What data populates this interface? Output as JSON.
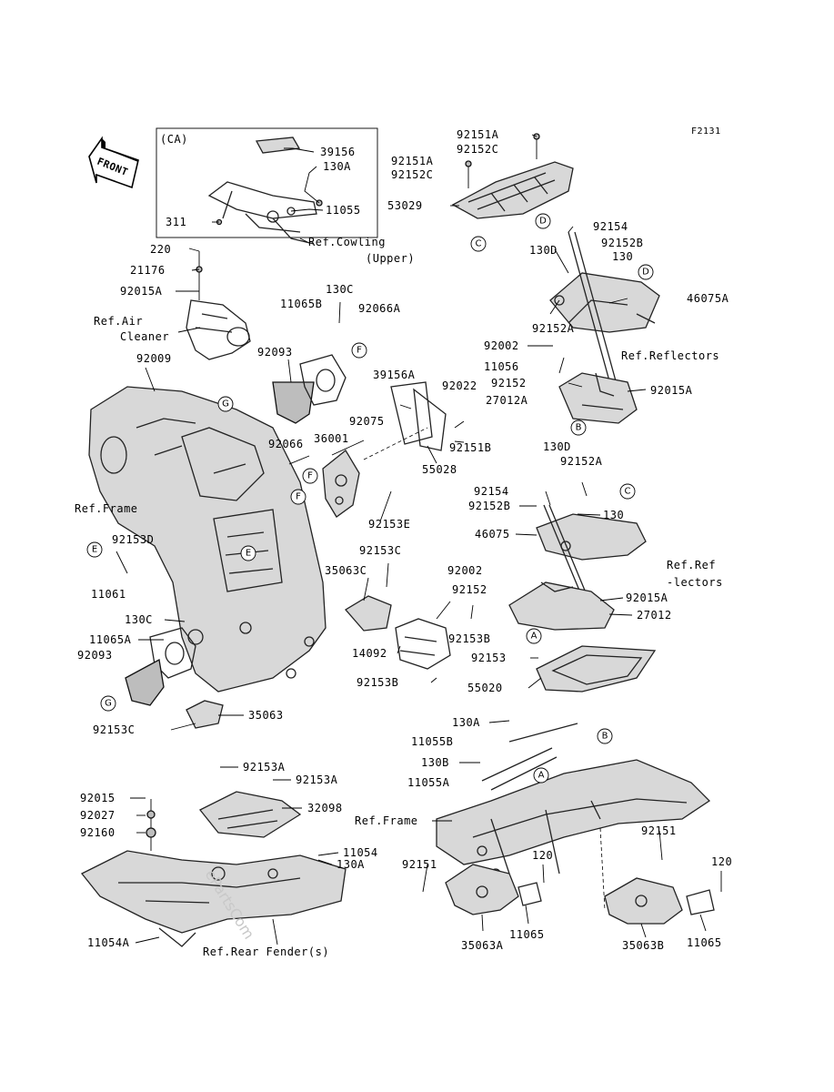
{
  "figure_code": "F2131",
  "front_label": "FRONT",
  "ca_box_label": "(CA)",
  "labels": [
    {
      "id": "l1",
      "text": "39156"
    },
    {
      "id": "l2",
      "text": "130A"
    },
    {
      "id": "l3",
      "text": "11055"
    },
    {
      "id": "l4",
      "text": "311"
    },
    {
      "id": "l5",
      "text": "Ref.Cowling"
    },
    {
      "id": "l6",
      "text": "(Upper)"
    },
    {
      "id": "l7",
      "text": "92151A"
    },
    {
      "id": "l8",
      "text": "92152C"
    },
    {
      "id": "l9",
      "text": "92151A"
    },
    {
      "id": "l10",
      "text": "92152C"
    },
    {
      "id": "l11",
      "text": "53029"
    },
    {
      "id": "l12",
      "text": "220"
    },
    {
      "id": "l13",
      "text": "21176"
    },
    {
      "id": "l14",
      "text": "92015A"
    },
    {
      "id": "l15",
      "text": "Ref.Air"
    },
    {
      "id": "l16",
      "text": "Cleaner"
    },
    {
      "id": "l17",
      "text": "130C"
    },
    {
      "id": "l18",
      "text": "11065B"
    },
    {
      "id": "l19",
      "text": "92066A"
    },
    {
      "id": "l20",
      "text": "92009"
    },
    {
      "id": "l21",
      "text": "92093"
    },
    {
      "id": "l22",
      "text": "92154"
    },
    {
      "id": "l23",
      "text": "130D"
    },
    {
      "id": "l24",
      "text": "92152B"
    },
    {
      "id": "l25",
      "text": "130"
    },
    {
      "id": "l26",
      "text": "46075A"
    },
    {
      "id": "l27",
      "text": "92152A"
    },
    {
      "id": "l28",
      "text": "92002"
    },
    {
      "id": "l29",
      "text": "Ref.Reflectors"
    },
    {
      "id": "l30",
      "text": "11056"
    },
    {
      "id": "l31",
      "text": "92152"
    },
    {
      "id": "l32",
      "text": "92015A"
    },
    {
      "id": "l33",
      "text": "27012A"
    },
    {
      "id": "l34",
      "text": "39156A"
    },
    {
      "id": "l35",
      "text": "92022"
    },
    {
      "id": "l36",
      "text": "92075"
    },
    {
      "id": "l37",
      "text": "92066"
    },
    {
      "id": "l38",
      "text": "36001"
    },
    {
      "id": "l39",
      "text": "92151B"
    },
    {
      "id": "l40",
      "text": "55028"
    },
    {
      "id": "l41",
      "text": "130D"
    },
    {
      "id": "l42",
      "text": "92152A"
    },
    {
      "id": "l43",
      "text": "Ref.Frame"
    },
    {
      "id": "l44",
      "text": "92154"
    },
    {
      "id": "l45",
      "text": "92152B"
    },
    {
      "id": "l46",
      "text": "130"
    },
    {
      "id": "l47",
      "text": "92153E"
    },
    {
      "id": "l48",
      "text": "46075"
    },
    {
      "id": "l49",
      "text": "92153D"
    },
    {
      "id": "l50",
      "text": "Ref.Ref"
    },
    {
      "id": "l51",
      "text": "-lectors"
    },
    {
      "id": "l52",
      "text": "92153C"
    },
    {
      "id": "l53",
      "text": "11061"
    },
    {
      "id": "l54",
      "text": "35063C"
    },
    {
      "id": "l55",
      "text": "92002"
    },
    {
      "id": "l56",
      "text": "92152"
    },
    {
      "id": "l57",
      "text": "92015A"
    },
    {
      "id": "l58",
      "text": "27012"
    },
    {
      "id": "l59",
      "text": "130C"
    },
    {
      "id": "l60",
      "text": "92153B"
    },
    {
      "id": "l61",
      "text": "11065A"
    },
    {
      "id": "l62",
      "text": "14092"
    },
    {
      "id": "l63",
      "text": "92093"
    },
    {
      "id": "l64",
      "text": "92153"
    },
    {
      "id": "l65",
      "text": "92153B"
    },
    {
      "id": "l66",
      "text": "55020"
    },
    {
      "id": "l67",
      "text": "35063"
    },
    {
      "id": "l68",
      "text": "92153C"
    },
    {
      "id": "l69",
      "text": "130A"
    },
    {
      "id": "l70",
      "text": "11055B"
    },
    {
      "id": "l71",
      "text": "130B"
    },
    {
      "id": "l72",
      "text": "11055A"
    },
    {
      "id": "l73",
      "text": "92153A"
    },
    {
      "id": "l74",
      "text": "92153A"
    },
    {
      "id": "l75",
      "text": "92015"
    },
    {
      "id": "l76",
      "text": "32098"
    },
    {
      "id": "l77",
      "text": "92027"
    },
    {
      "id": "l78",
      "text": "Ref.Frame"
    },
    {
      "id": "l79",
      "text": "92160"
    },
    {
      "id": "l80",
      "text": "11054"
    },
    {
      "id": "l81",
      "text": "130A"
    },
    {
      "id": "l82",
      "text": "92151"
    },
    {
      "id": "l83",
      "text": "92151"
    },
    {
      "id": "l84",
      "text": "120"
    },
    {
      "id": "l85",
      "text": "120"
    },
    {
      "id": "l86",
      "text": "11054A"
    },
    {
      "id": "l87",
      "text": "Ref.Rear Fender(s)"
    },
    {
      "id": "l88",
      "text": "35063A"
    },
    {
      "id": "l89",
      "text": "11065"
    },
    {
      "id": "l90",
      "text": "35063B"
    },
    {
      "id": "l91",
      "text": "11065"
    }
  ],
  "callouts": [
    {
      "id": "c1",
      "letter": "D"
    },
    {
      "id": "c2",
      "letter": "C"
    },
    {
      "id": "c3",
      "letter": "D"
    },
    {
      "id": "c4",
      "letter": "F"
    },
    {
      "id": "c5",
      "letter": "G"
    },
    {
      "id": "c6",
      "letter": "B"
    },
    {
      "id": "c7",
      "letter": "F"
    },
    {
      "id": "c8",
      "letter": "F"
    },
    {
      "id": "c9",
      "letter": "C"
    },
    {
      "id": "c10",
      "letter": "E"
    },
    {
      "id": "c11",
      "letter": "E"
    },
    {
      "id": "c12",
      "letter": "A"
    },
    {
      "id": "c13",
      "letter": "G"
    },
    {
      "id": "c14",
      "letter": "B"
    },
    {
      "id": "c15",
      "letter": "A"
    }
  ],
  "watermark": "ePartsCom"
}
